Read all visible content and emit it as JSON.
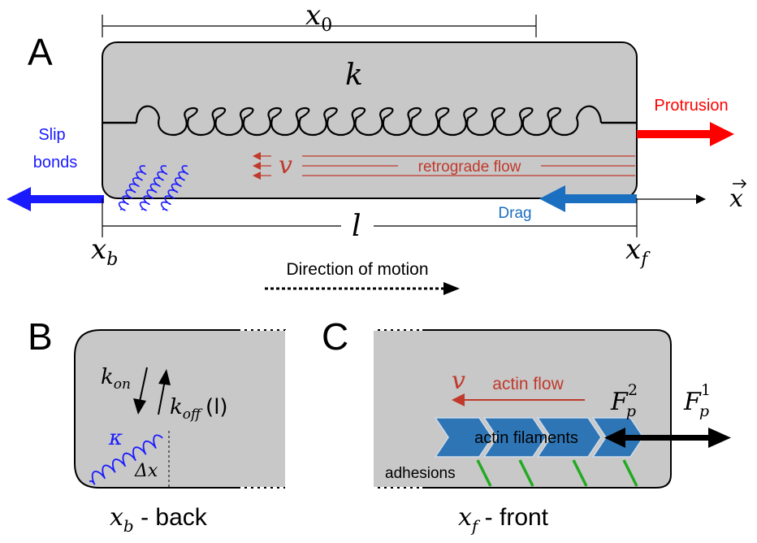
{
  "panels": {
    "a": "A",
    "b": "B",
    "c": "C"
  },
  "panel_a": {
    "x0_label": "x",
    "x0_sub": "0",
    "spring_label": "k",
    "length_label": "l",
    "protrusion": "Protrusion",
    "slip_bonds": [
      "Slip",
      "bonds"
    ],
    "retrograde_flow": "retrograde flow",
    "velocity": "v",
    "drag": "Drag",
    "x_axis_label": "x",
    "xb_label": "x",
    "xb_sub": "b",
    "xf_label": "x",
    "xf_sub": "f",
    "direction": "Direction of motion"
  },
  "panel_b": {
    "kon": "k",
    "kon_sub": "on",
    "koff": "k",
    "koff_sub": "off",
    "koff_arg": "(l)",
    "kappa": "κ",
    "dx": "Δx",
    "caption_x": "x",
    "caption_sub": "b",
    "caption_text": " - back"
  },
  "panel_c": {
    "velocity": "v",
    "actin_flow": "actin flow",
    "actin_filaments": "actin filaments",
    "adhesions": "adhesions",
    "fp2": "F",
    "fp2_sub": "p",
    "fp2_sup": "2",
    "fp1": "F",
    "fp1_sub": "p",
    "fp1_sup": "1",
    "caption_x": "x",
    "caption_sub": "f",
    "caption_text": " - front"
  },
  "colors": {
    "cell_fill": "#c8c8c8",
    "protrusion": "#ff0000",
    "slip": "#1a1aff",
    "drag": "#1a6fc0",
    "flow": "#c0392b",
    "filament": "#2e75b6",
    "adhesion": "#22aa22"
  }
}
